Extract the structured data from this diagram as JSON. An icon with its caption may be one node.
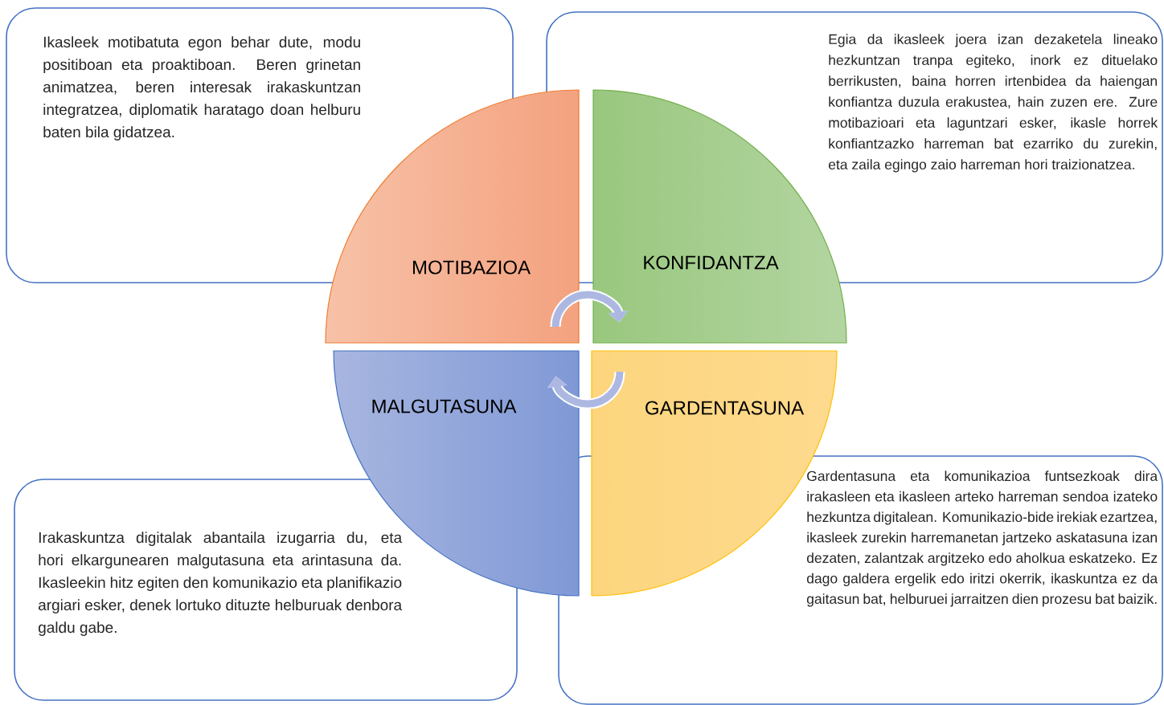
{
  "diagram": {
    "nodes": [
      {
        "text": [
          "Ikasleek motibatuta egon behar dute, modu positiboan eta proaktiboan. Beren grinetan animatzea, beren interesak irakaskuntzan integratzea, diplomatik haratago doan helburu baten bila gidatzea."
        ]
      },
      {
        "text": [
          "MOTIBAZIOA"
        ]
      },
      {
        "text": [
          "Egia da ikasleek joera izan dezaketela lineako hezkuntzan tranpa egiteko, inork ez dituelako berrikusten, baina horren irtenbidea da haiengan konfiantza duzula erakustea, hain zuzen ere. Zure motibazioari eta laguntzari esker, ikasle horrek konfiantzazko harreman bat ezarriko du zurekin, eta zaila egingo zaio harreman hori traizionatzea."
        ]
      },
      {
        "text": [
          "KONFIDANTZA"
        ]
      },
      {
        "text": [
          "MALGUTASUNA"
        ]
      },
      {
        "text": [
          "GARDENTASUNA"
        ]
      },
      {
        "text": [
          "Irakaskuntza digitalak abantaila izugarria du, eta hori elkargunearen malgutasuna eta arintasuna da. Ikasleekin hitz egiten den komunikazio eta planifikazio argiari esker, denek lortuko dituzte helburuak denbora galdu gabe."
        ]
      },
      {
        "text": [
          "Gardentasuna eta komunikazioa funtsezkoak dira irakasleen eta ikasleen arteko harreman sendoa izateko hezkuntza digitalean. Komunikazio-bide irekiak ezartzea, ikasleek zurekin harremanetan jartzeko askatasuna izan dezaten, zalantzak argitzeko edo aholkua eskatzeko. Ez dago galdera ergelik edo iritzi okerrik, ikaskuntza ez da gaitasun bat, helburuei jarraitzen dien prozesu bat baizik."
        ]
      }
    ],
    "edges": [
      {
        "from": 1,
        "to": 3,
        "arrow": "to"
      },
      {
        "from": 5,
        "to": 4,
        "arrow": "to"
      }
    ]
  }
}
